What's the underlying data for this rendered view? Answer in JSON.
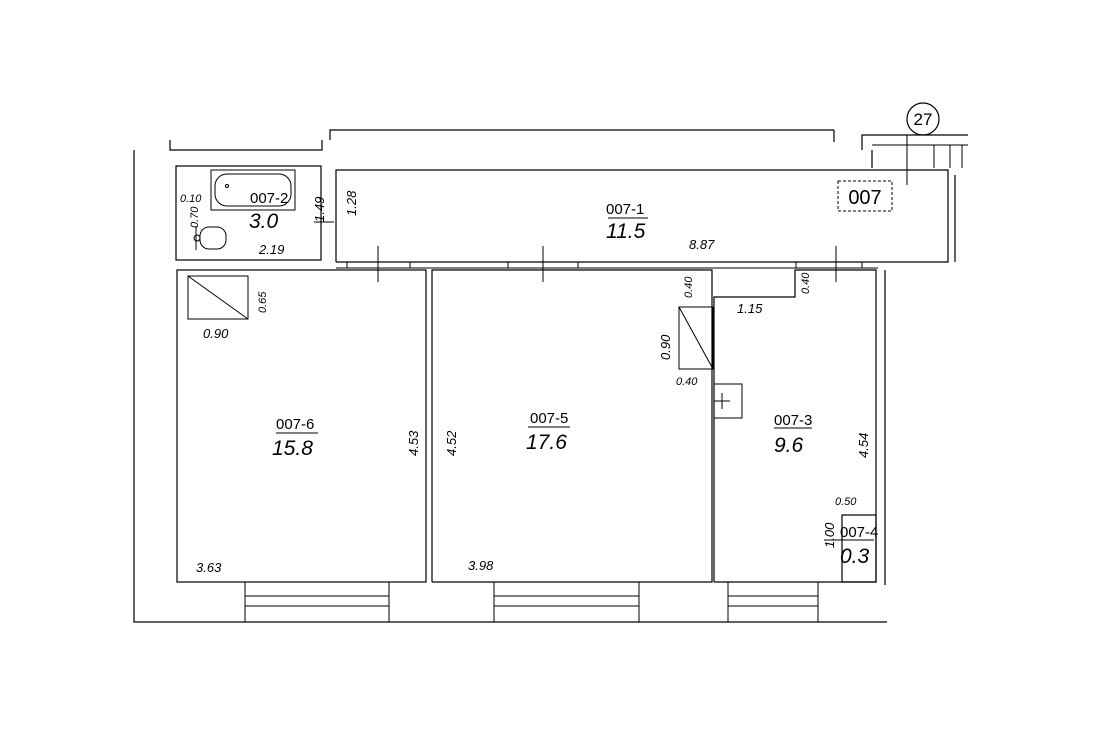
{
  "plan": {
    "apartment_tag": "007",
    "axis_marker": "27",
    "rooms": [
      {
        "id": "007-1",
        "area": "11.5"
      },
      {
        "id": "007-2",
        "area": "3.0"
      },
      {
        "id": "007-3",
        "area": "9.6"
      },
      {
        "id": "007-4",
        "area": "0.3"
      },
      {
        "id": "007-5",
        "area": "17.6"
      },
      {
        "id": "007-6",
        "area": "15.8"
      }
    ],
    "dimensions": {
      "d_0_10": "0.10",
      "d_0_70": "0.70",
      "d_1_49": "1.49",
      "d_1_28": "1.28",
      "d_2_19": "2.19",
      "d_8_87": "8.87",
      "d_0_65": "0.65",
      "d_0_90_a": "0.90",
      "d_0_40_a": "0.40",
      "d_0_40_b": "0.40",
      "d_1_15": "1.15",
      "d_0_90_b": "0.90",
      "d_0_40_c": "0.40",
      "d_4_53": "4.53",
      "d_4_52": "4.52",
      "d_4_54": "4.54",
      "d_0_50": "0.50",
      "d_1_00": "1.00",
      "d_3_63": "3.63",
      "d_3_98": "3.98"
    }
  }
}
